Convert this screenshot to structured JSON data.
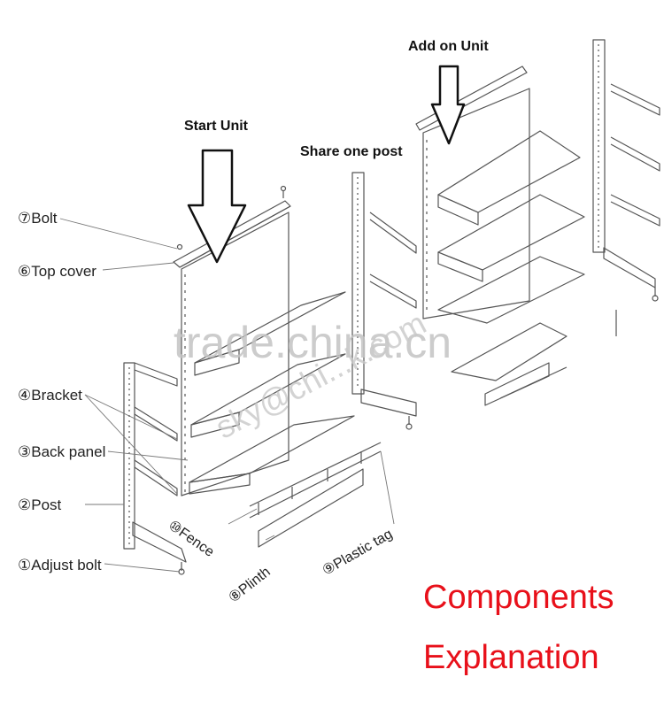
{
  "headings": {
    "add_on_unit": "Add on Unit",
    "start_unit": "Start Unit",
    "share_one_post": "Share one post"
  },
  "labels": {
    "bolt": "⑦Bolt",
    "top_cover": "⑥Top cover",
    "bracket": "④Bracket",
    "back_panel": "③Back panel",
    "post": "②Post",
    "adjust_bolt": "①Adjust bolt",
    "fence": "⑩Fence",
    "plinth": "⑧Plinth",
    "plastic_tag": "⑨Plastic tag"
  },
  "watermark": {
    "line1": "trade.china.cn",
    "line2": "sky@chi...k.com"
  },
  "title": {
    "line1": "Components",
    "line2": "Explanation"
  },
  "colors": {
    "title": "#e8101a",
    "line": "#555555",
    "watermark": "#c4c4c4"
  }
}
